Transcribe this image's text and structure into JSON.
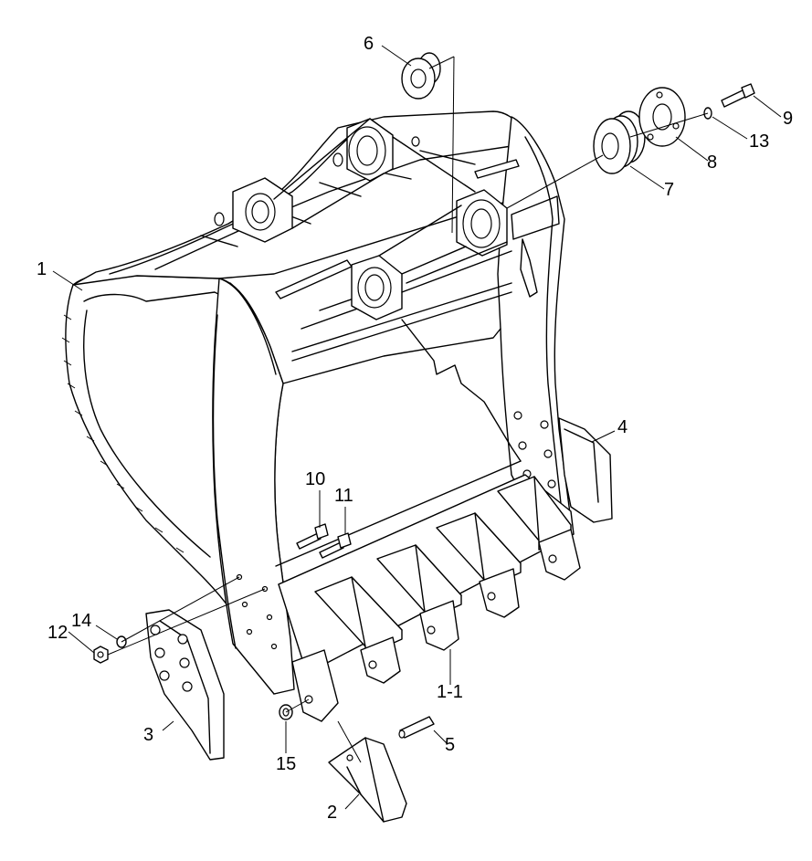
{
  "callouts": {
    "p1": "1",
    "p1_1": "1-1",
    "p2": "2",
    "p3": "3",
    "p4": "4",
    "p5": "5",
    "p6": "6",
    "p7": "7",
    "p8": "8",
    "p9": "9",
    "p10": "10",
    "p11": "11",
    "p12": "12",
    "p13": "13",
    "p14": "14",
    "p15": "15"
  }
}
